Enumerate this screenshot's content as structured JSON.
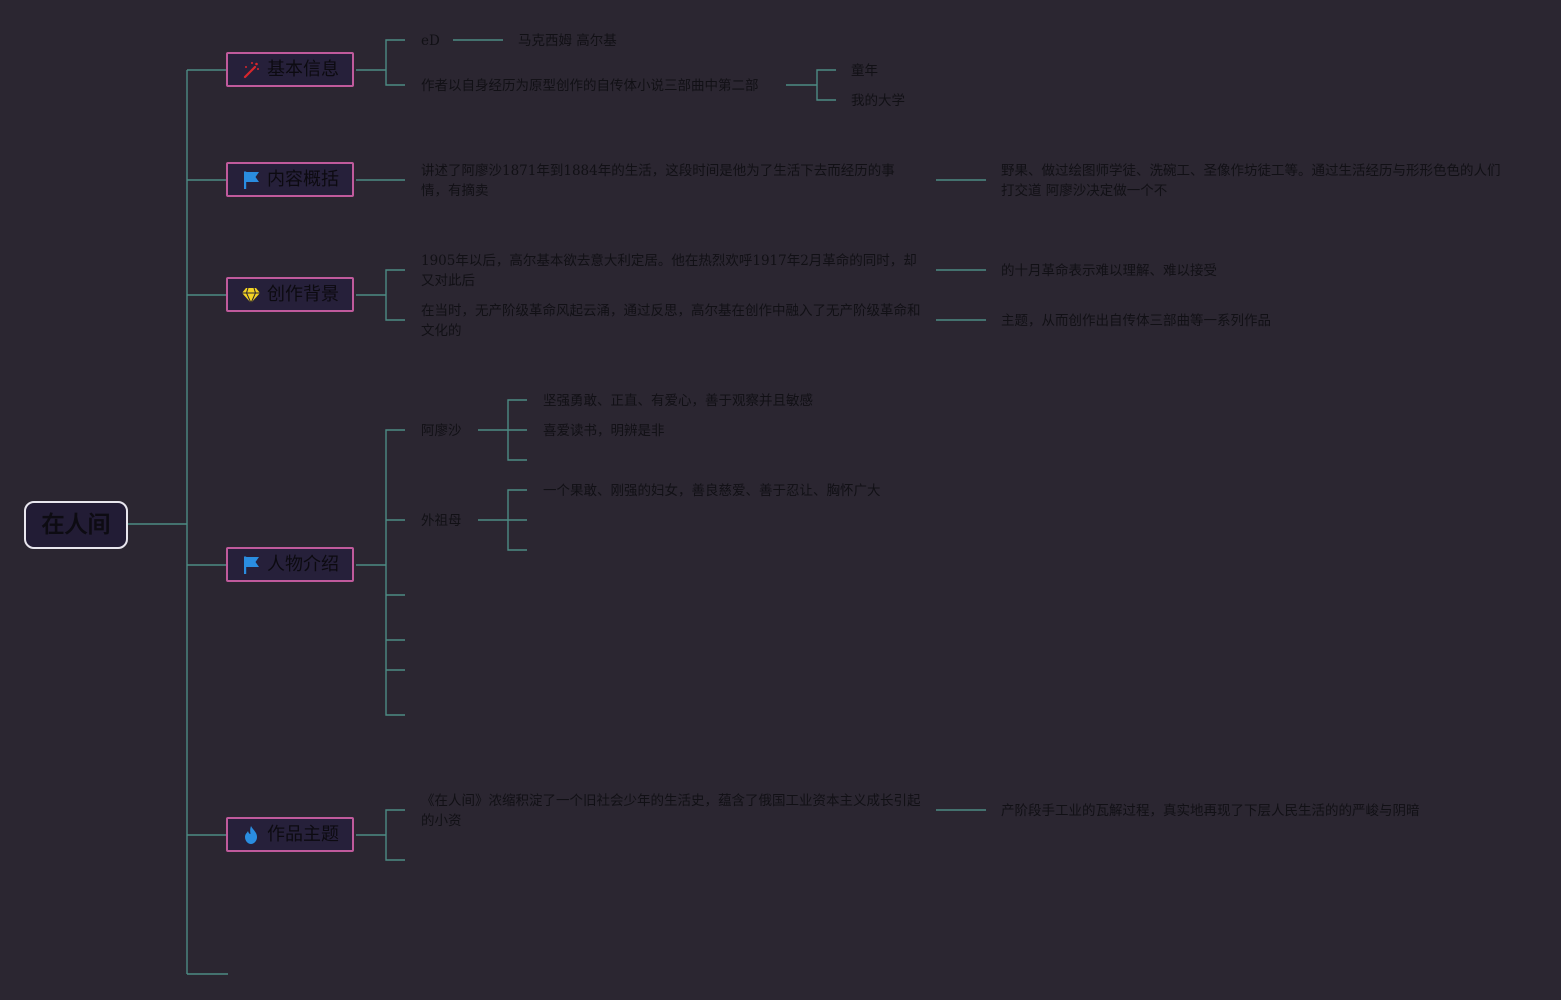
{
  "root": {
    "label": "在人间"
  },
  "branches": {
    "basic_info": {
      "label": "基本信息",
      "icon": "wand-sparkle-icon",
      "icon_color": "#d8262c"
    },
    "summary": {
      "label": "内容概括",
      "icon": "flag-icon",
      "icon_color": "#2a8de0"
    },
    "background": {
      "label": "创作背景",
      "icon": "diamond-icon",
      "icon_color": "#f2d224"
    },
    "characters": {
      "label": "人物介绍",
      "icon": "flag-icon",
      "icon_color": "#2a8de0"
    },
    "theme": {
      "label": "作品主题",
      "icon": "flame-icon",
      "icon_color": "#2a8de0"
    }
  },
  "nodes": {
    "author_key": "eD",
    "author_name": "马克西姆 高尔基",
    "trilogy": "作者以自身经历为原型创作的自传体小说三部曲中第二部",
    "trilogy_part1": "童年",
    "trilogy_part3": "我的大学",
    "summary_1": "讲述了阿廖沙1871年到1884年的生活，这段时间是他为了生活下去而经历的事情，有摘卖",
    "summary_2": "野果、做过绘图师学徒、洗碗工、圣像作坊徒工等。通过生活经历与形形色色的人们打交道 阿廖沙决定做一个不",
    "bg_1a": "1905年以后，高尔基本欲去意大利定居。他在热烈欢呼1917年2月革命的同时，却又对此后",
    "bg_1b": "的十月革命表示难以理解、难以接受",
    "bg_2a": "在当时，无产阶级革命风起云涌，通过反思，高尔基在创作中融入了无产阶级革命和文化的",
    "bg_2b": "主题，从而创作出自传体三部曲等一系列作品",
    "char_1": "阿廖沙",
    "char_1_trait_1": "坚强勇敢、正直、有爱心，善于观察并且敏感",
    "char_1_trait_2": "喜爱读书，明辨是非",
    "char_2": "外祖母",
    "char_2_trait_1": "一个果敢、刚强的妇女，善良慈爱、善于忍让、胸怀广大",
    "theme_1a": "《在人间》浓缩积淀了一个旧社会少年的生活史，蕴含了俄国工业资本主义成长引起的小资",
    "theme_1b": "产阶段手工业的瓦解过程，真实地再现了下层人民生活的的严峻与阴暗"
  }
}
